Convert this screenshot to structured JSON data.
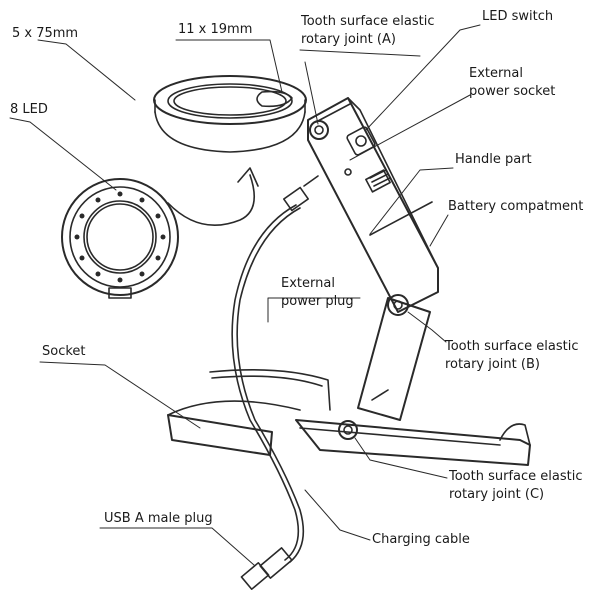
{
  "labels": {
    "lens_size": "5 x 75mm",
    "small_lens": "11 x 19mm",
    "joint_a_line1": "Tooth surface elastic",
    "joint_a_line2": "rotary joint (A)",
    "led_switch": "LED switch",
    "ext_socket_line1": "External",
    "ext_socket_line2": "power socket",
    "led_count": "8 LED",
    "handle": "Handle part",
    "battery": "Battery compatment",
    "ext_plug_line1": "External",
    "ext_plug_line2": "power plug",
    "socket": "Socket",
    "joint_b_line1": "Tooth surface elastic",
    "joint_b_line2": "rotary joint (B)",
    "joint_c_line1": "Tooth surface elastic",
    "joint_c_line2": "rotary joint (C)",
    "usb_plug": "USB A male plug",
    "charging_cable": "Charging cable"
  },
  "colors": {
    "line": "#2a2a2a",
    "text": "#1a1a1a"
  }
}
